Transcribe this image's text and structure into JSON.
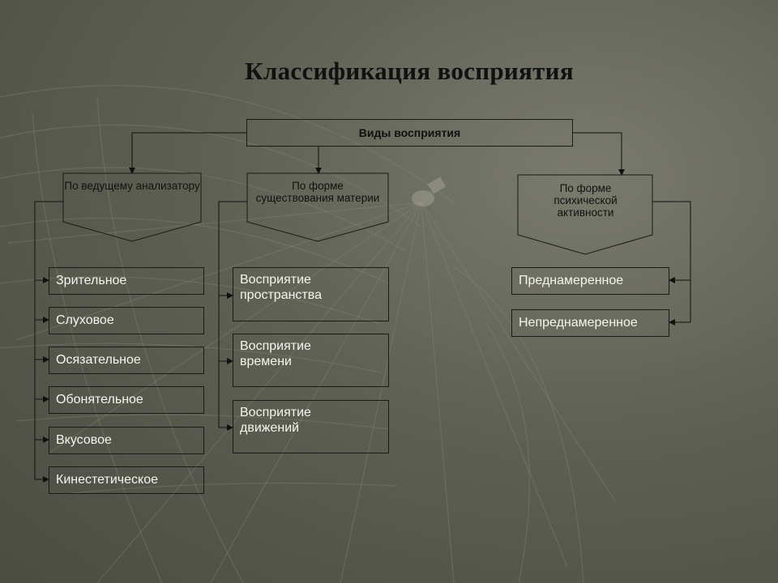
{
  "title": "Классификация восприятия",
  "root": "Виды восприятия",
  "groups": [
    {
      "header": "По ведущему анализатору",
      "items": [
        "Зрительное",
        "Слуховое",
        "Осязательное",
        "Обонятельное",
        "Вкусовое",
        "Кинестетическое"
      ]
    },
    {
      "header": "По форме существования материи",
      "items": [
        "Восприятие пространства",
        "Восприятие времени",
        "Восприятие движений"
      ]
    },
    {
      "header": "По форме психической активности",
      "items": [
        "Преднамеренное",
        "Непреднамеренное"
      ]
    }
  ]
}
